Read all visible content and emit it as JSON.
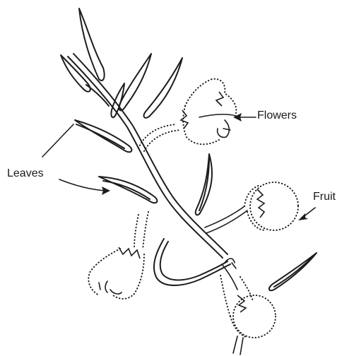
{
  "labels": {
    "flowers": "Flowers",
    "leaves": "Leaves",
    "fruit": "Fruit"
  },
  "colors": {
    "ink": "#1c1c1c",
    "background": "#ffffff"
  }
}
